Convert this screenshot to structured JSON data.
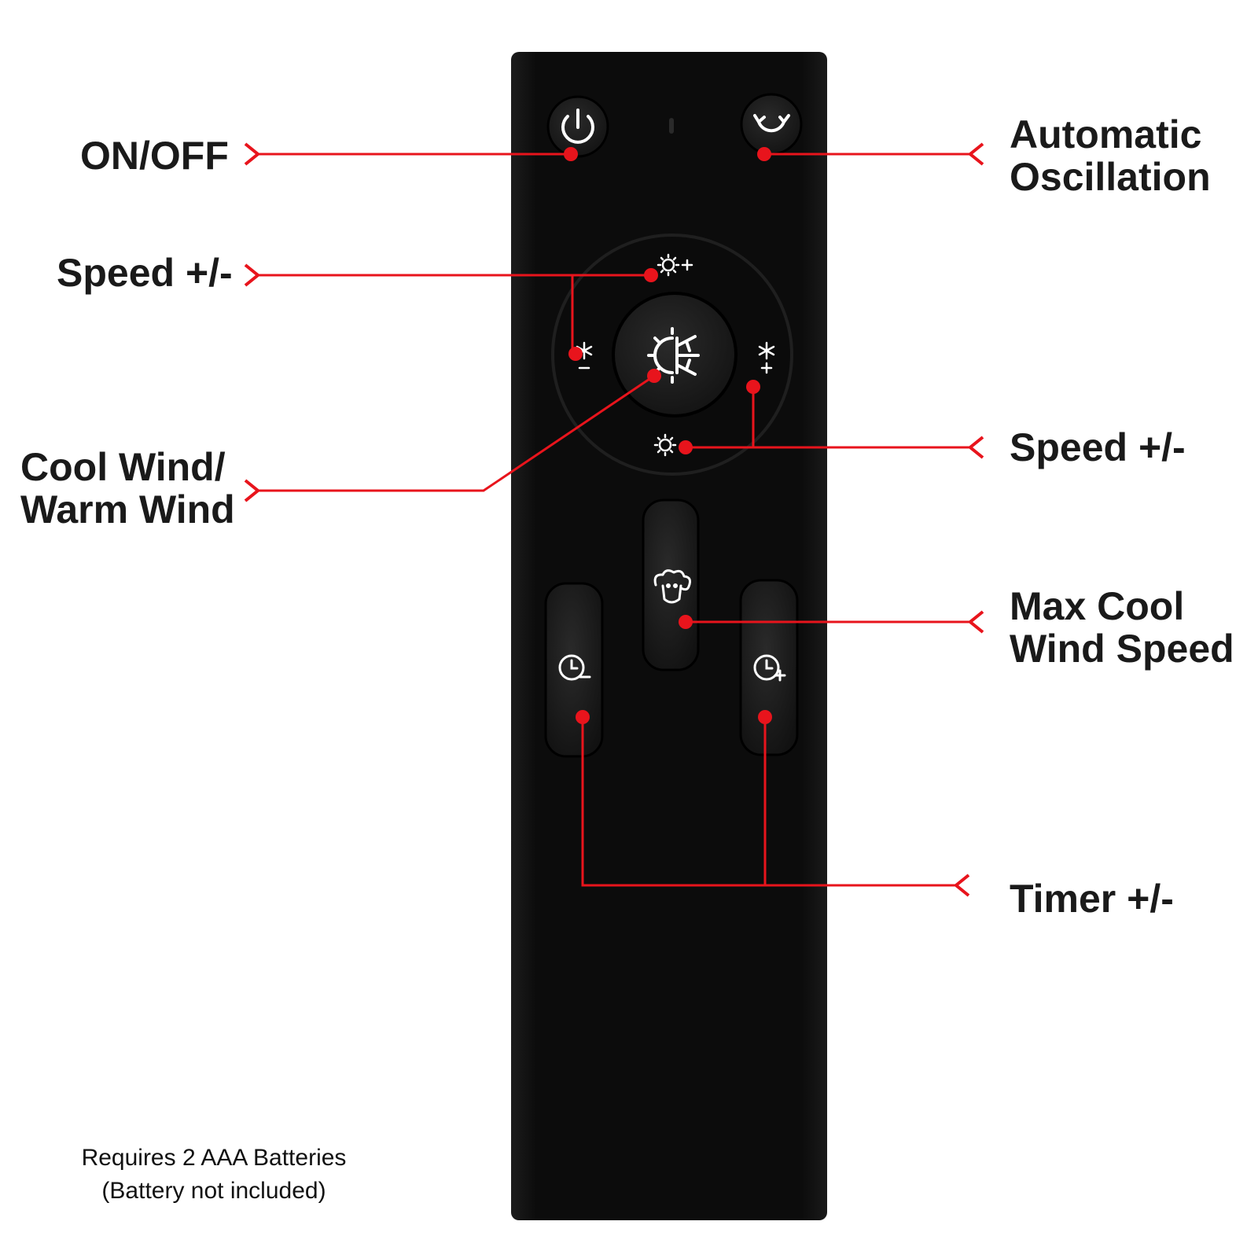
{
  "labels": {
    "on_off": "ON/OFF",
    "oscillation": [
      "Automatic",
      "Oscillation"
    ],
    "speed_left": "Speed +/-",
    "cool_warm": [
      "Cool Wind/",
      "Warm Wind"
    ],
    "speed_right": "Speed +/-",
    "max_cool": [
      "Max Cool",
      "Wind Speed"
    ],
    "timer": "Timer +/-"
  },
  "note": [
    "Requires 2 AAA Batteries",
    "(Battery not included)"
  ],
  "colors": {
    "remote_body": "#0d0d0d",
    "button": "#1a1a1a",
    "icon": "#ffffff",
    "callout": "#e8141c"
  },
  "icons": {
    "power": "power-icon",
    "oscillation": "rotate-arrow-icon",
    "sun_plus": "sun-plus-icon",
    "sun": "sun-icon",
    "snowflake_plus": "snowflake-plus-icon",
    "snowflake_minus": "snowflake-minus-icon",
    "cool_warm": "sun-snowflake-icon",
    "max_cool": "cloud-face-icon",
    "timer_minus": "clock-minus-icon",
    "timer_plus": "clock-plus-icon"
  }
}
